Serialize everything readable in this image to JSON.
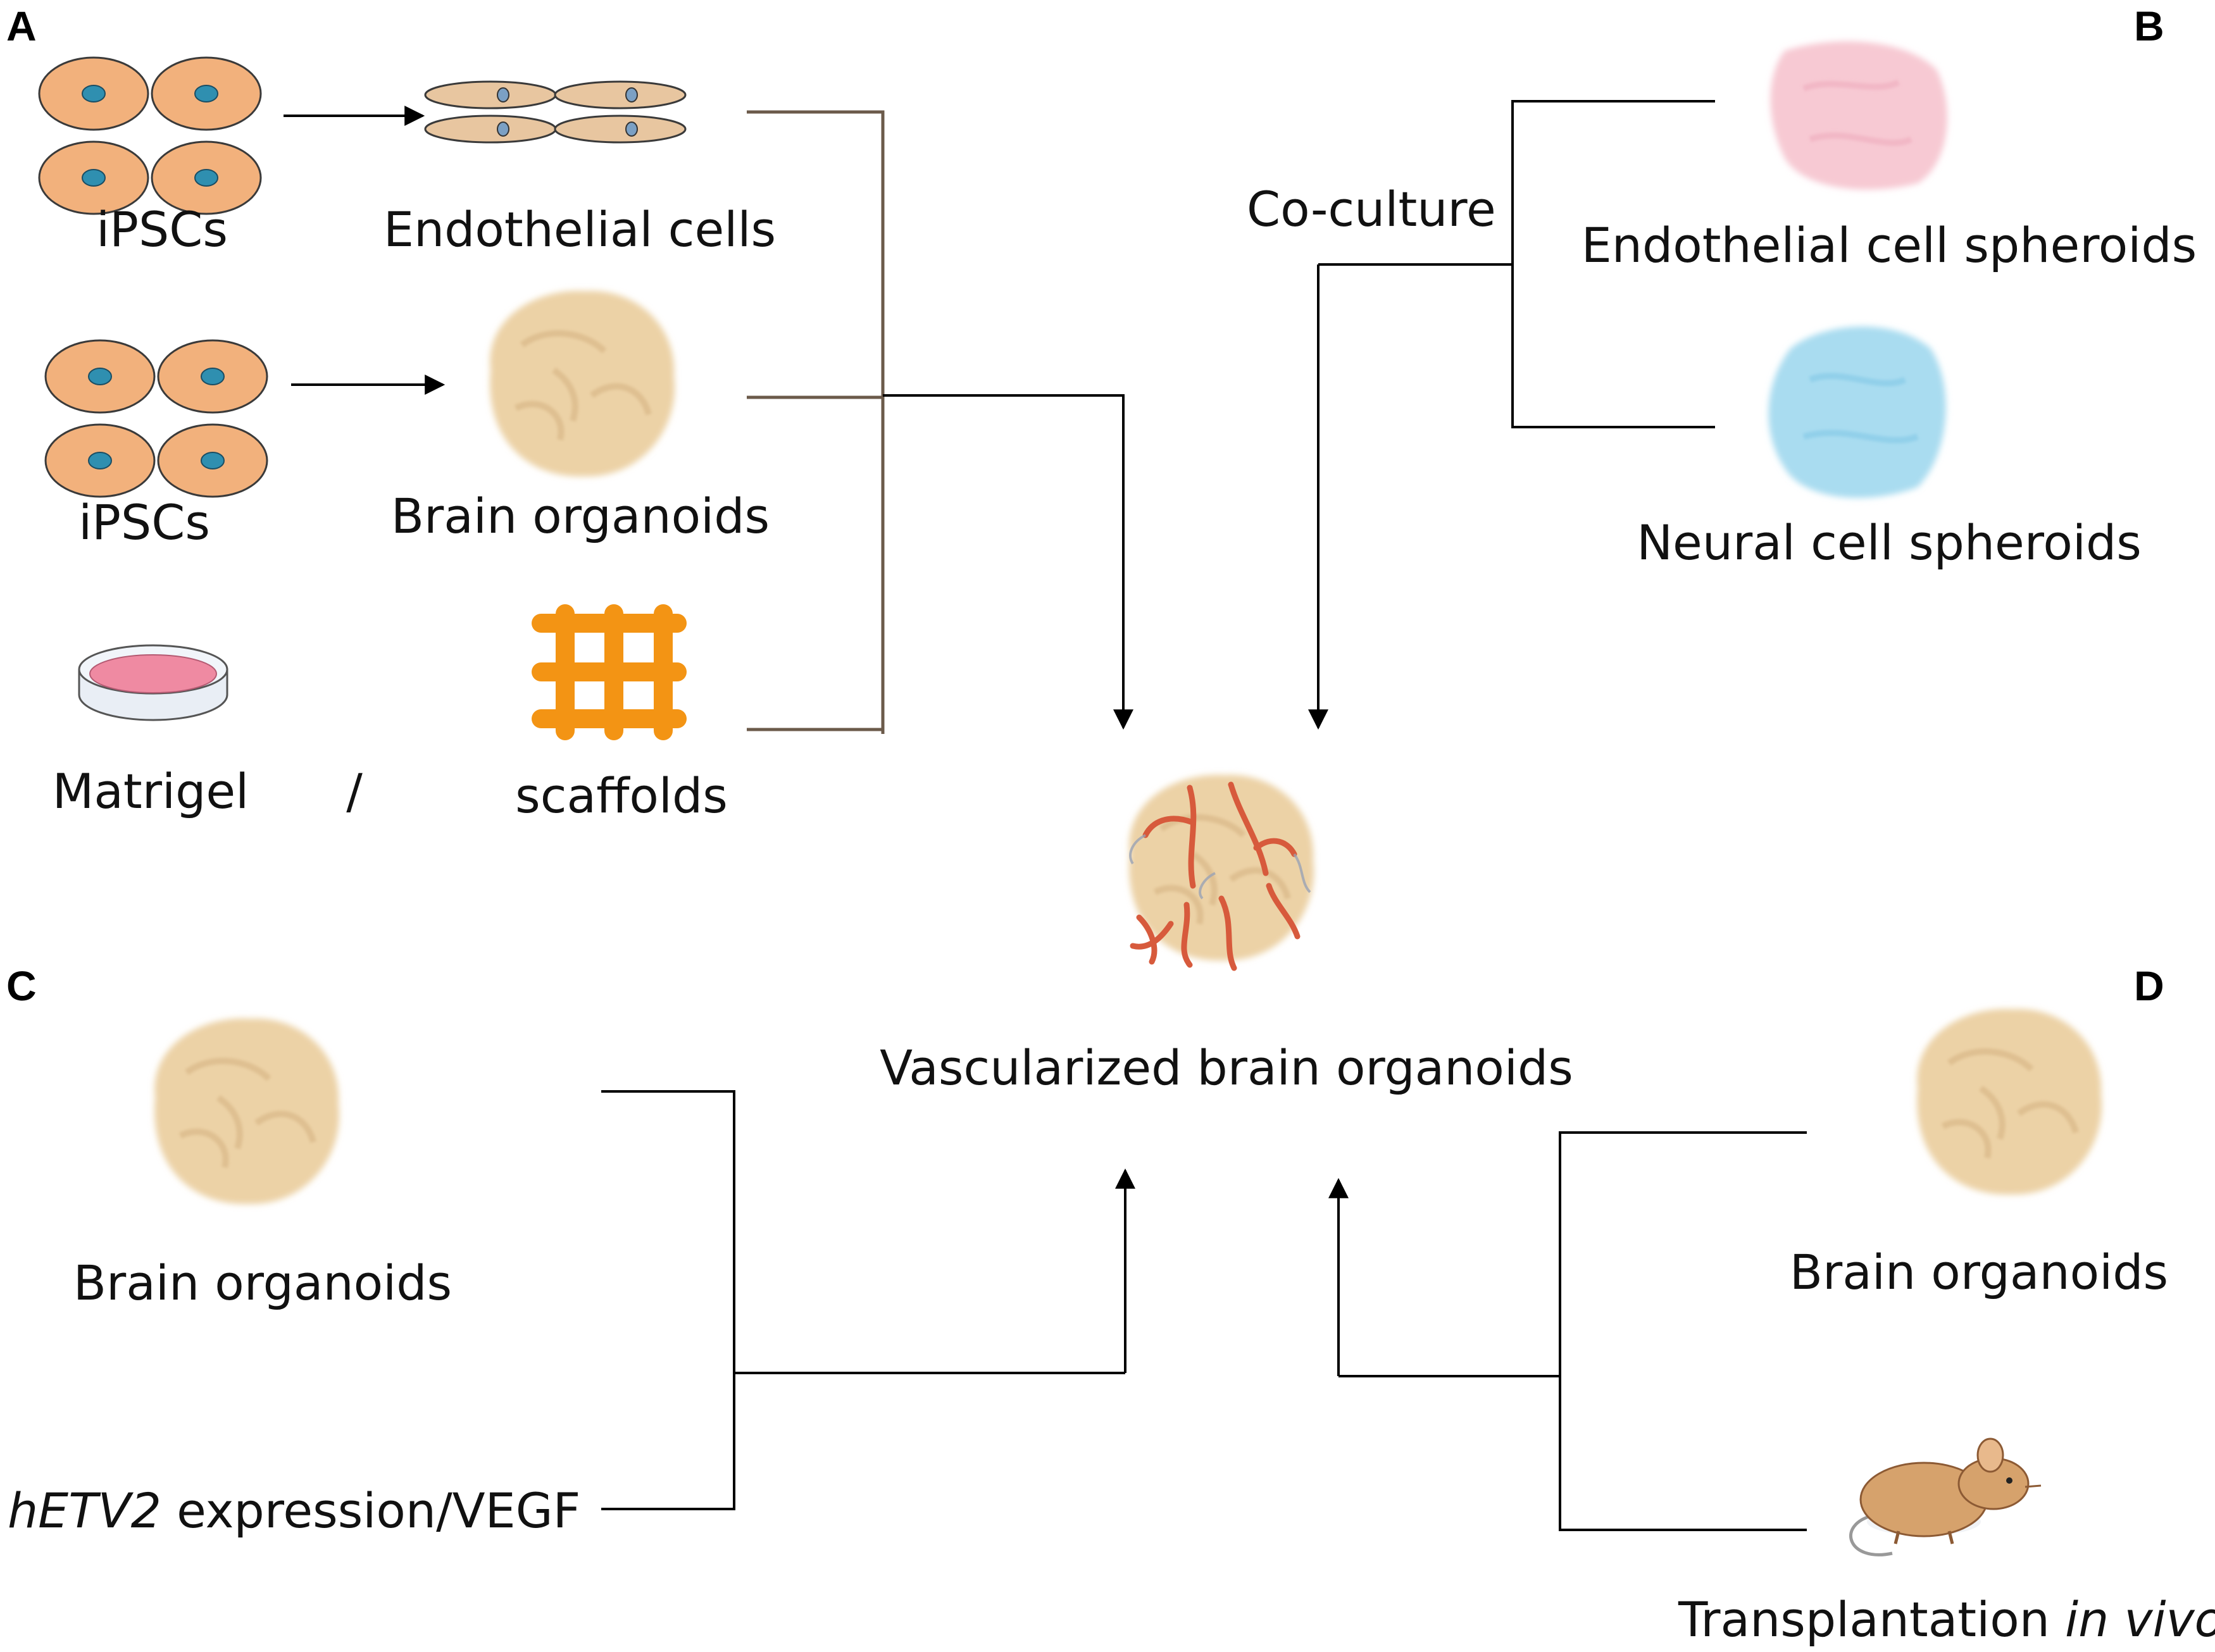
{
  "panels": {
    "a": "A",
    "b": "B",
    "c": "C",
    "d": "D"
  },
  "panel_a": {
    "ipscs_1": "iPSCs",
    "endothelial_cells": "Endothelial cells",
    "ipscs_2": "iPSCs",
    "brain_organoids": "Brain organoids",
    "matrigel": "Matrigel",
    "slash": "/",
    "scaffolds": "scaffolds"
  },
  "panel_b": {
    "coculture": "Co-culture",
    "endothelial_spheroids": "Endothelial cell spheroids",
    "neural_spheroids": "Neural cell spheroids"
  },
  "center": {
    "result": "Vascularized brain organoids"
  },
  "panel_c": {
    "brain_organoids": "Brain organoids",
    "hetv2_italic": "hETV2",
    "hetv2_rest": " expression/VEGF"
  },
  "panel_d": {
    "brain_organoids": "Brain organoids",
    "transplant_plain": "Transplantation ",
    "transplant_italic": "in vivo"
  },
  "colors": {
    "cell_fill": "#f2b17c",
    "nucleus": "#2f8fb0",
    "organoid": "#ecd2a6",
    "endothelial_spheroid": "#f7c9d3",
    "neural_spheroid": "#a9dcf0",
    "scaffold": "#f39414",
    "matrigel": "#ef8aa2",
    "vessel": "#d75a3c",
    "line": "#000000",
    "bracket_brown": "#6b5a4a",
    "mouse": "#d6a26c"
  }
}
